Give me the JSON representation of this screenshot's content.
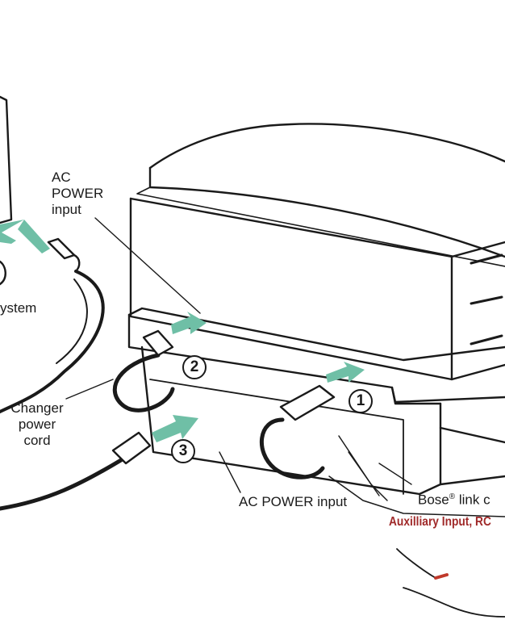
{
  "labels": {
    "ac_power_top_line1": "AC",
    "ac_power_top_line2": "POWER",
    "ac_power_top_line3": "input",
    "system_partial": "ystem",
    "changer_line1": "Changer",
    "changer_line2": "power",
    "changer_line3": "cord",
    "ac_power_bottom": "AC POWER input",
    "bose_link_prefix": "Bose",
    "bose_link_reg": "®",
    "bose_link_suffix": " link c",
    "auxiliary_input": "Auxilliary Input, RC"
  },
  "steps": [
    "1",
    "2",
    "3"
  ],
  "colors": {
    "line": "#1a1a1a",
    "arrow": "#6fbfa6",
    "aux_label": "#a02a2a",
    "cable_red": "#c0392b"
  }
}
